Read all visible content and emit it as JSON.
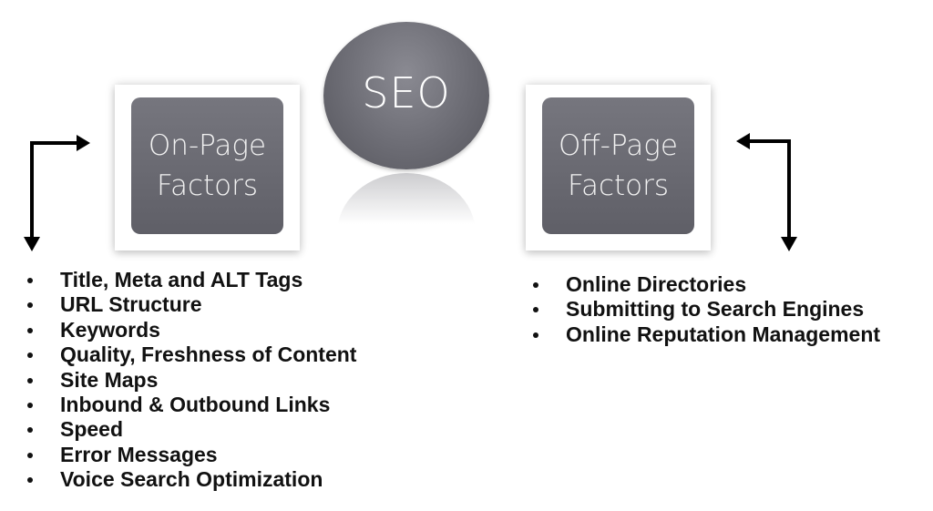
{
  "center": {
    "label": "SEO"
  },
  "on_page": {
    "label": "On-Page\nFactors",
    "items": [
      "Title, Meta and ALT Tags",
      "URL Structure",
      "Keywords",
      "Quality, Freshness of Content",
      "Site Maps",
      "Inbound & Outbound Links",
      "Speed",
      "Error Messages",
      "Voice Search Optimization"
    ]
  },
  "off_page": {
    "label": "Off-Page\nFactors",
    "items": [
      "Online Directories",
      "Submitting to Search Engines",
      "Online Reputation Management"
    ]
  },
  "colors": {
    "node_fill": "#65656d",
    "node_text": "#f2f2f2",
    "arrow": "#000000",
    "list_text": "#111111"
  }
}
